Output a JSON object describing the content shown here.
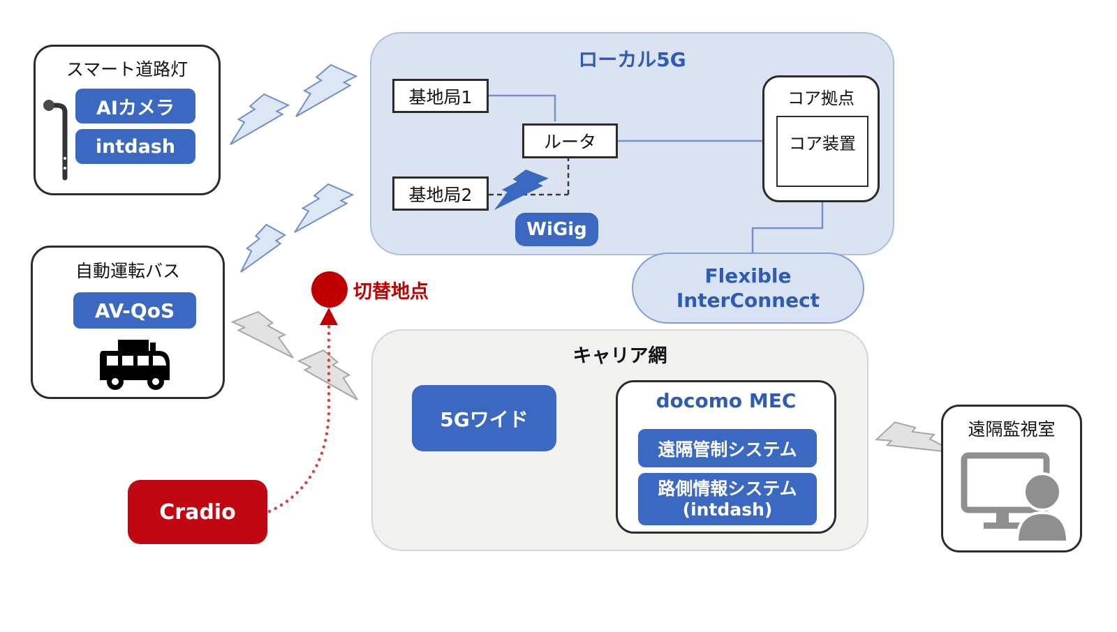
{
  "colors": {
    "button_blue": "#3b69c2",
    "blue_text": "#2c5cb5",
    "local5g_panel_fill": "#dbe3f3",
    "local5g_panel_border": "#aabfe0",
    "pill_fill": "#d9e2f3",
    "pill_border": "#7f9fd4",
    "carrier_panel_fill": "#f1f1f0",
    "carrier_panel_border": "#d4d4d4",
    "red": "#c00000",
    "cradio_red": "#c00712",
    "red_dotted_line": "#d8453c",
    "pale_bolt_fill": "#dde6f5",
    "pale_bolt_border": "#6d8ec9",
    "gray_bolt_fill": "#e2e2e2",
    "gray_bolt_border": "#a6a6a6",
    "connector_blue": "#6f92cc",
    "icon_gray": "#8f8f8f"
  },
  "smart_light": {
    "title": "スマート道路灯",
    "camera": "AIカメラ",
    "intdash": "intdash"
  },
  "auto_bus": {
    "title": "自動運転バス",
    "avqos": "AV-QoS"
  },
  "local5g": {
    "title": "ローカル5G",
    "base1": "基地局1",
    "base2": "基地局2",
    "router": "ルータ",
    "wigig": "WiGig",
    "core_site": "コア拠点",
    "core_device": "コア装置"
  },
  "fic": {
    "line1": "Flexible",
    "line2": "InterConnect"
  },
  "carrier": {
    "title": "キャリア網",
    "wide5g": "5Gワイド"
  },
  "mec": {
    "title": "docomo MEC",
    "remote_control": "遠隔管制システム",
    "roadside_line1": "路側情報システム",
    "roadside_line2": "(intdash)"
  },
  "monitor_room": {
    "title": "遠隔監視室"
  },
  "switch_point": {
    "label": "切替地点"
  },
  "cradio": {
    "label": "Cradio"
  },
  "icons": {
    "streetlight": "street-light-icon",
    "bus": "bus-icon",
    "operator": "monitor-person-icon",
    "wireless_blue": "lightning-bolt-blue-icon",
    "wireless_gray": "lightning-bolt-gray-icon"
  }
}
